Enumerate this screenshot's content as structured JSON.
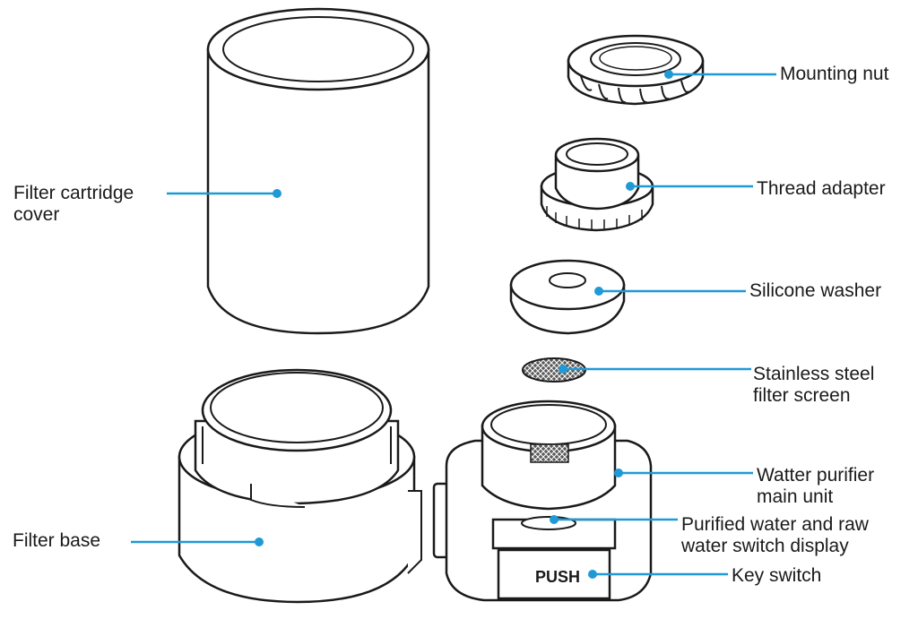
{
  "colors": {
    "leader": "#1f9ad6",
    "outline": "#1a1a1a",
    "part_fill": "#ffffff",
    "screen_mesh": "#3a3a3a"
  },
  "labels": {
    "filter_cartridge_cover": "Filter cartridge\ncover",
    "filter_base": "Filter base",
    "mounting_nut": "Mounting nut",
    "thread_adapter": "Thread adapter",
    "silicone_washer": "Silicone washer",
    "filter_screen": "Stainless steel\nfilter screen",
    "main_unit": "Watter purifier\nmain unit",
    "switch_display": "Purified water and raw\nwater switch display",
    "key_switch": "Key switch"
  },
  "push_button_text": "PUSH"
}
